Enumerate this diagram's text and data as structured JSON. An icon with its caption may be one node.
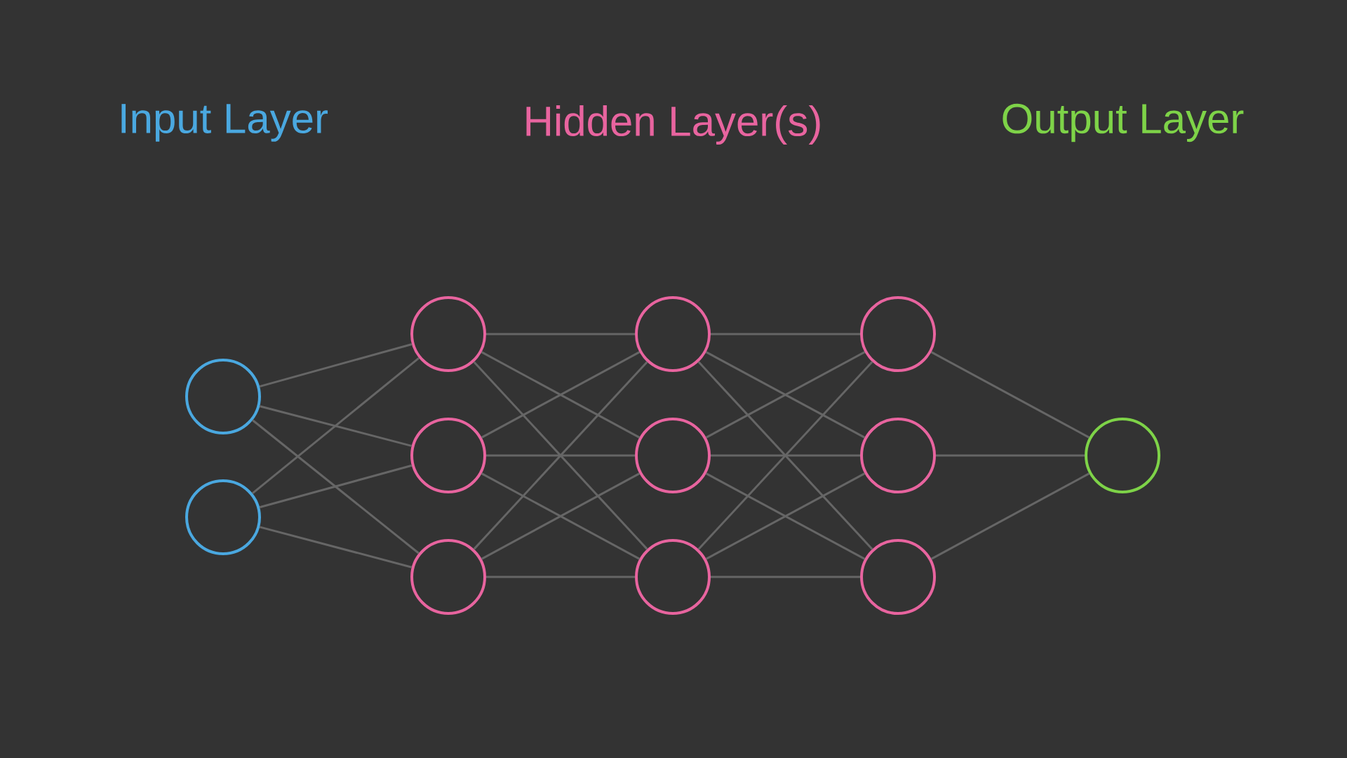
{
  "diagram": {
    "nodes": [
      {
        "text": [],
        "shape": "circle"
      },
      {
        "text": [],
        "shape": "circle"
      },
      {
        "text": [],
        "shape": "circle"
      },
      {
        "text": [],
        "shape": "circle"
      },
      {
        "text": [],
        "shape": "circle"
      },
      {
        "text": [],
        "shape": "circle"
      },
      {
        "text": [],
        "shape": "circle"
      },
      {
        "text": [],
        "shape": "circle"
      },
      {
        "text": [],
        "shape": "circle"
      },
      {
        "text": [],
        "shape": "circle"
      },
      {
        "text": [],
        "shape": "circle"
      },
      {
        "text": [],
        "shape": "circle"
      }
    ],
    "edges": [
      {
        "from": 0,
        "to": 2,
        "arrow": "none"
      },
      {
        "from": 0,
        "to": 3,
        "arrow": "none"
      },
      {
        "from": 0,
        "to": 4,
        "arrow": "none"
      },
      {
        "from": 1,
        "to": 2,
        "arrow": "none"
      },
      {
        "from": 1,
        "to": 3,
        "arrow": "none"
      },
      {
        "from": 1,
        "to": 4,
        "arrow": "none"
      },
      {
        "from": 2,
        "to": 5,
        "arrow": "none"
      },
      {
        "from": 2,
        "to": 6,
        "arrow": "none"
      },
      {
        "from": 2,
        "to": 7,
        "arrow": "none"
      },
      {
        "from": 3,
        "to": 5,
        "arrow": "none"
      },
      {
        "from": 3,
        "to": 6,
        "arrow": "none"
      },
      {
        "from": 3,
        "to": 7,
        "arrow": "none"
      },
      {
        "from": 4,
        "to": 5,
        "arrow": "none"
      },
      {
        "from": 4,
        "to": 6,
        "arrow": "none"
      },
      {
        "from": 4,
        "to": 7,
        "arrow": "none"
      },
      {
        "from": 5,
        "to": 8,
        "arrow": "none"
      },
      {
        "from": 5,
        "to": 9,
        "arrow": "none"
      },
      {
        "from": 5,
        "to": 10,
        "arrow": "none"
      },
      {
        "from": 6,
        "to": 8,
        "arrow": "none"
      },
      {
        "from": 6,
        "to": 9,
        "arrow": "none"
      },
      {
        "from": 6,
        "to": 10,
        "arrow": "none"
      },
      {
        "from": 7,
        "to": 8,
        "arrow": "none"
      },
      {
        "from": 7,
        "to": 9,
        "arrow": "none"
      },
      {
        "from": 7,
        "to": 10,
        "arrow": "none"
      },
      {
        "from": 8,
        "to": 11,
        "arrow": "none"
      },
      {
        "from": 9,
        "to": 11,
        "arrow": "none"
      },
      {
        "from": 10,
        "to": 11,
        "arrow": "none"
      }
    ],
    "labels": [
      "Input Layer",
      "Hidden Layer(s)",
      "Output Layer"
    ]
  }
}
